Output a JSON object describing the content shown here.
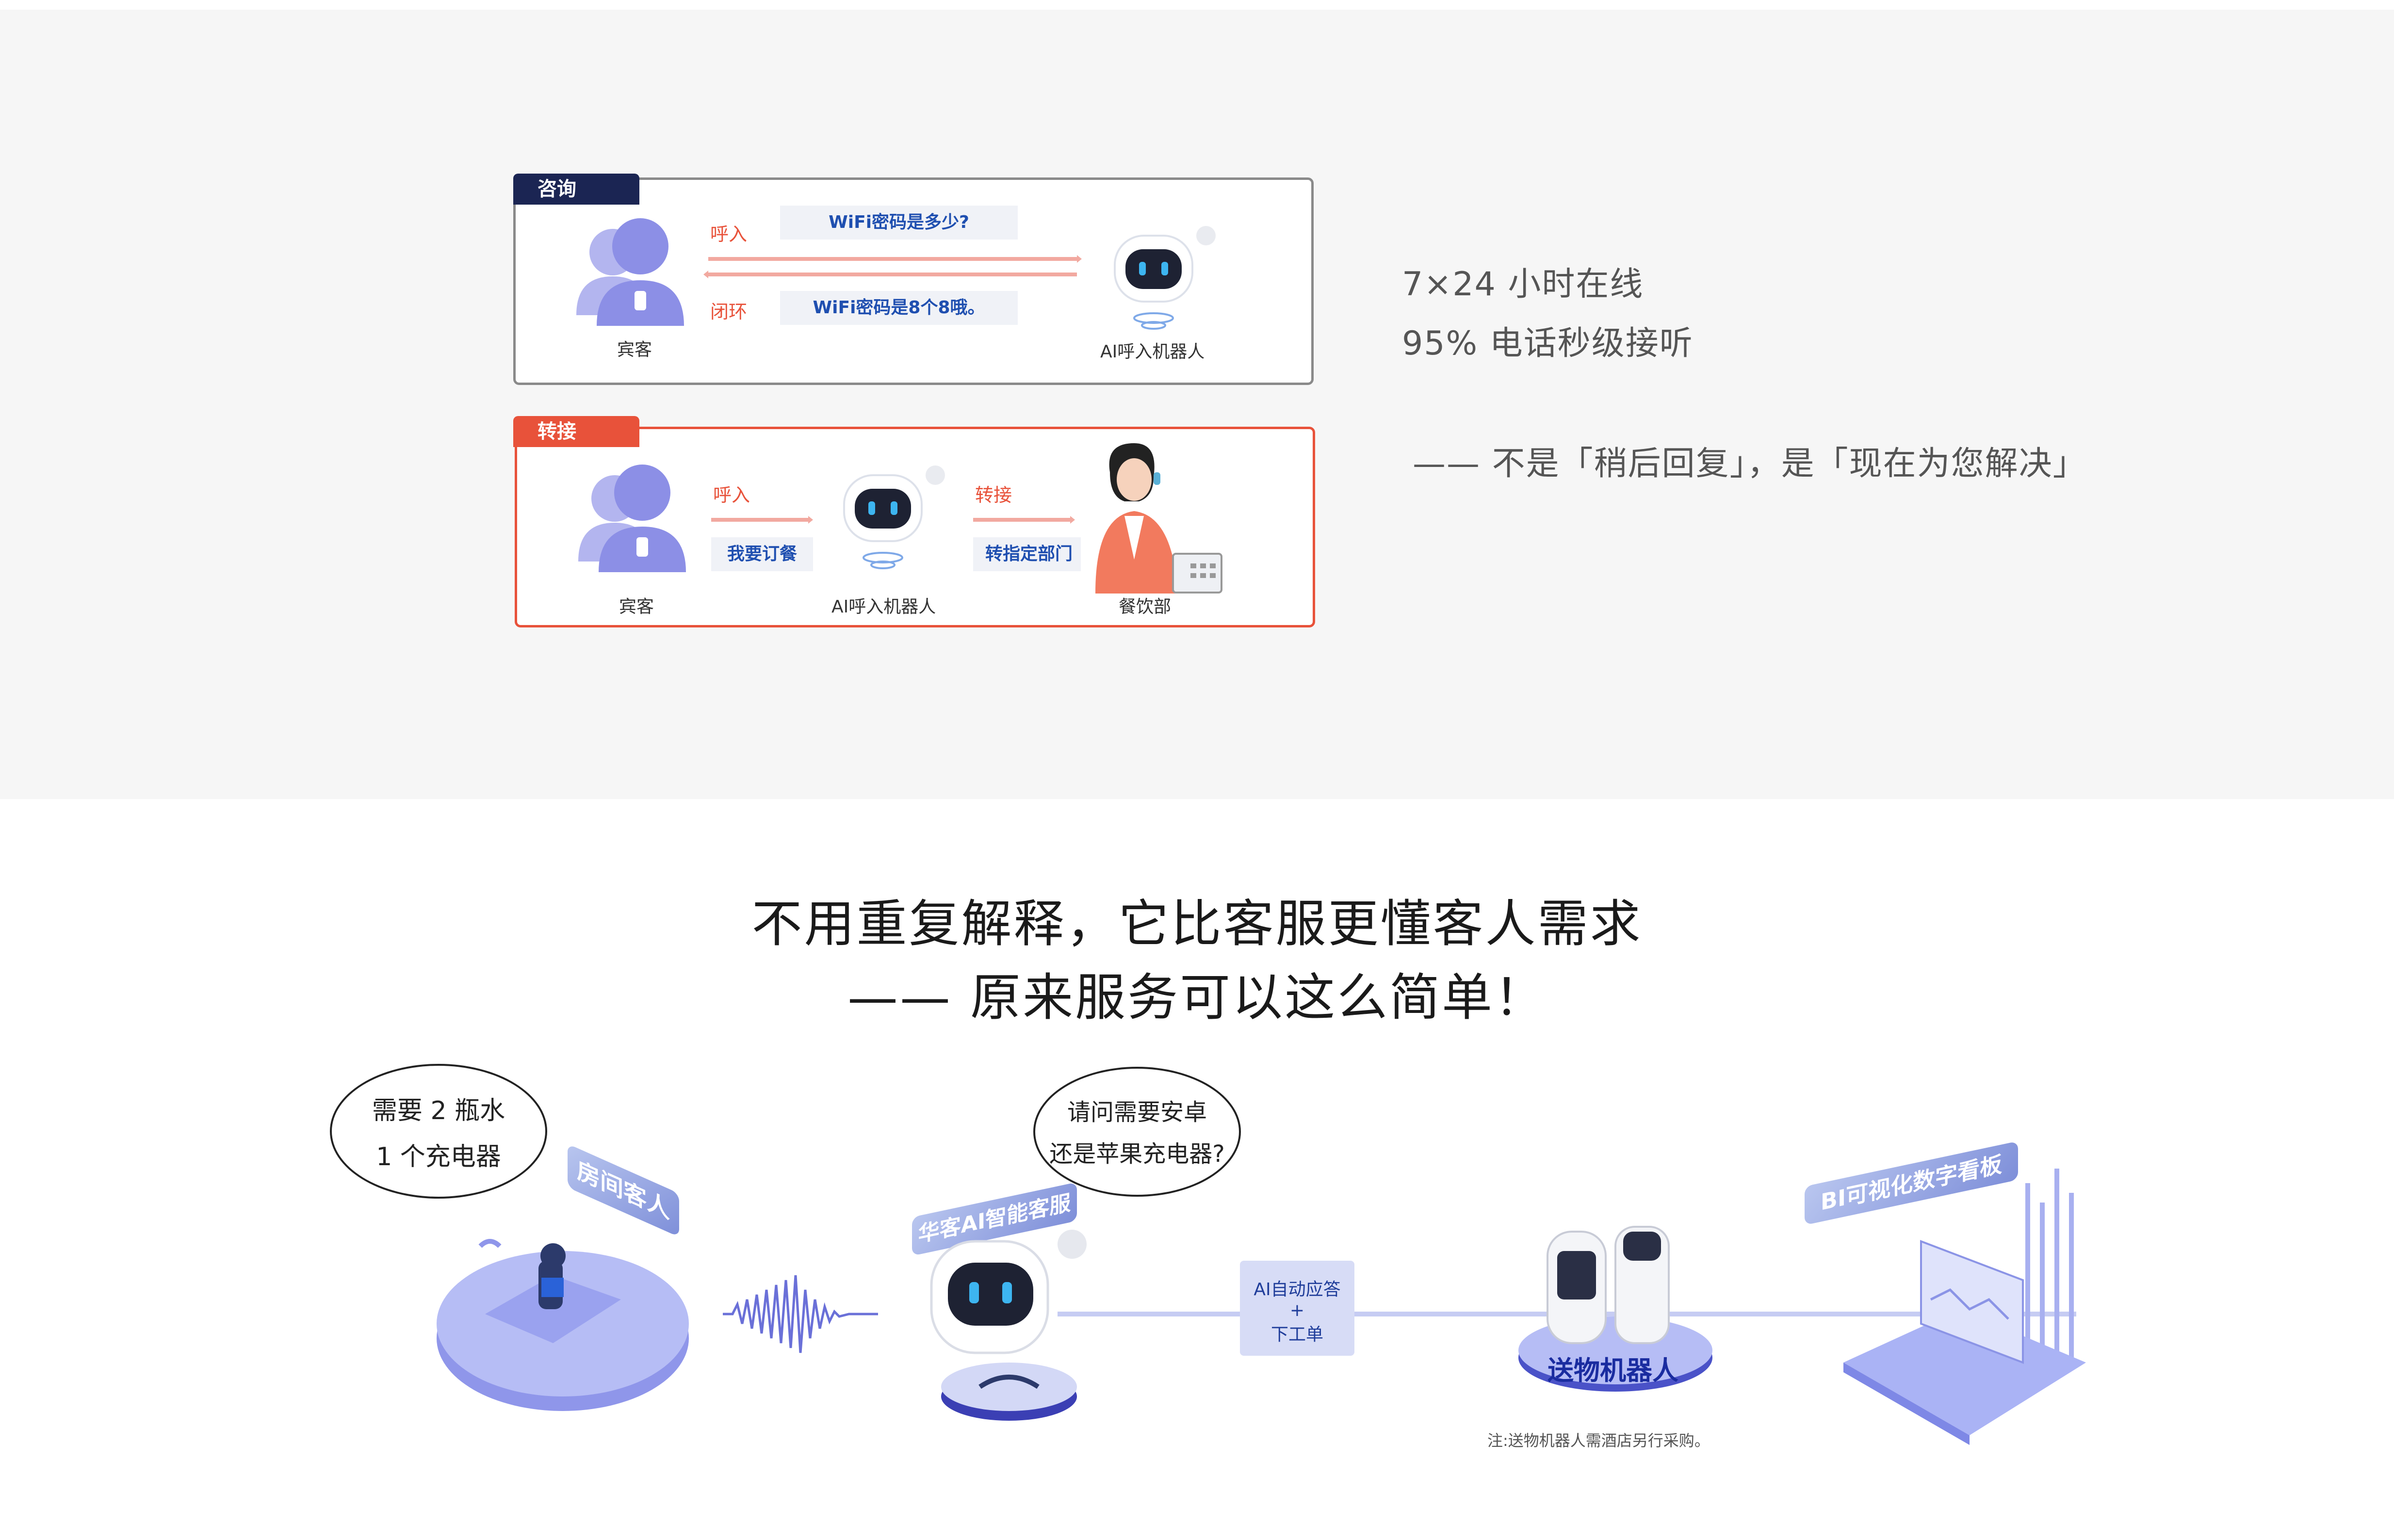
{
  "consult": {
    "tag": "咨询",
    "call_in": "呼入",
    "question": "WiFi密码是多少?",
    "close_loop": "闭环",
    "answer": "WiFi密码是8个8哦。",
    "guest": "宾客",
    "robot": "AI呼入机器人"
  },
  "transfer": {
    "tag": "转接",
    "call_in": "呼入",
    "request": "我要订餐",
    "transfer_label": "转接",
    "target": "转指定部门",
    "guest": "宾客",
    "robot": "AI呼入机器人",
    "dept": "餐饮部"
  },
  "right_copy": {
    "line1": "7×24 小时在线",
    "line2": "95% 电话秒级接听",
    "line3": "—— 不是「稍后回复」，是「现在为您解决」"
  },
  "heading": {
    "line1": "不用重复解释，它比客服更懂客人需求",
    "line2": "—— 原来服务可以这么简单！"
  },
  "flow": {
    "guest_speech_1": "需要 2 瓶水",
    "guest_speech_2": "1 个充电器",
    "guest_label": "房间客人",
    "ai_speech_1": "请问需要安卓",
    "ai_speech_2": "还是苹果充电器?",
    "ai_label": "华客AI智能客服",
    "auto_box_1": "AI自动应答",
    "auto_box_2": "+",
    "auto_box_3": "下工单",
    "delivery_label": "送物机器人",
    "bi_label": "BI可视化数字看板",
    "note": "注:送物机器人需酒店另行采购。"
  },
  "colors": {
    "brand_navy": "#1b2553",
    "accent_red": "#e8523a",
    "guest_purple": "#8c8fe6",
    "link_blue": "#1f4fb0"
  }
}
